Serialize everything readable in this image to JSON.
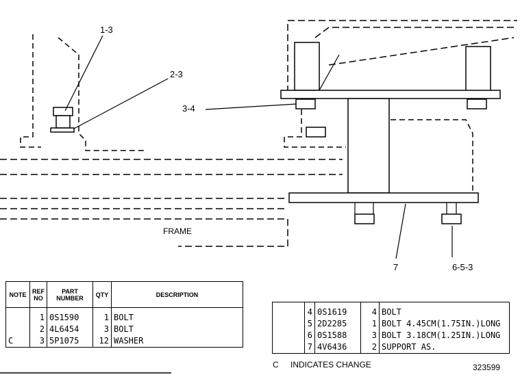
{
  "callouts": {
    "c1": "1-3",
    "c2": "2-3",
    "c3": "3-4",
    "c7": "7",
    "c8": "6-5-3"
  },
  "frame_label": "FRAME",
  "table1": {
    "headers": {
      "note": "NOTE",
      "ref": "REF NO",
      "part": "PART NUMBER",
      "qty": "QTY",
      "desc": "DESCRIPTION"
    },
    "rows": [
      {
        "note": "",
        "ref": "1",
        "part": "0S1590",
        "qty": "1",
        "desc": "BOLT"
      },
      {
        "note": "",
        "ref": "2",
        "part": "4L6454",
        "qty": "3",
        "desc": "BOLT"
      },
      {
        "note": "C",
        "ref": "3",
        "part": "5P1075",
        "qty": "12",
        "desc": "WASHER"
      }
    ]
  },
  "table2": {
    "rows": [
      {
        "note": "",
        "ref": "4",
        "part": "0S1619",
        "qty": "4",
        "desc": "BOLT"
      },
      {
        "note": "",
        "ref": "5",
        "part": "2D2285",
        "qty": "1",
        "desc": "BOLT  4.45CM(1.75IN.)LONG"
      },
      {
        "note": "",
        "ref": "6",
        "part": "0S1588",
        "qty": "3",
        "desc": "BOLT  3.18CM(1.25IN.)LONG"
      },
      {
        "note": "",
        "ref": "7",
        "part": "4V6436",
        "qty": "2",
        "desc": "SUPPORT AS."
      }
    ]
  },
  "legend": {
    "code": "C",
    "text": "INDICATES CHANGE"
  },
  "drawing_number": "323599"
}
